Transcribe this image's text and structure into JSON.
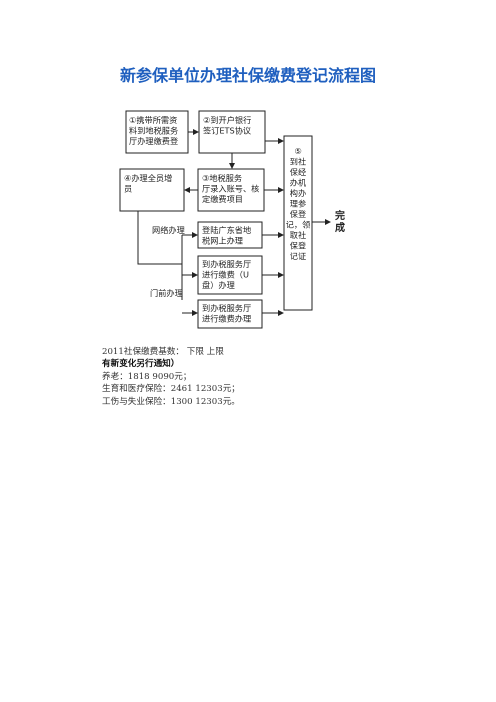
{
  "document": {
    "title": "新参保单位办理社保缴费登记流程图",
    "title_color": "#1f5fbf"
  },
  "flowchart": {
    "steps": {
      "step1": [
        "①携带所需资",
        "料到地税服务",
        "厅办理缴费登"
      ],
      "step2": [
        "②到开户银行",
        "签订ETS协议"
      ],
      "step3": [
        "③地税服务",
        "厅录入账号、核",
        "定缴费项目"
      ],
      "step4": [
        "④办理全员增",
        "员"
      ],
      "online": [
        "登陆广东省地",
        "税网上办理"
      ],
      "ukey": [
        "到办税服务厅",
        "进行缴费（U",
        "盘）办理"
      ],
      "counter": [
        "到办税服务厅",
        "进行缴费办理"
      ],
      "step5": [
        "⑤",
        "到社",
        "保经",
        "办机",
        "构办",
        "理参",
        "保登",
        "记，领",
        "取社",
        "保登",
        "记证"
      ],
      "done": [
        "完",
        "成"
      ]
    },
    "branch_labels": {
      "online": "网络办理",
      "counter": "门前办理"
    }
  },
  "notes": {
    "base_line": "2011社保缴费基数： 下限 上限",
    "change_notice": "有新变化另行通知）",
    "pension": "养老：1818 9090元；",
    "medical": "生育和医疗保险：2461 12303元；",
    "injury": "工伤与失业保险：1300 12303元。"
  }
}
